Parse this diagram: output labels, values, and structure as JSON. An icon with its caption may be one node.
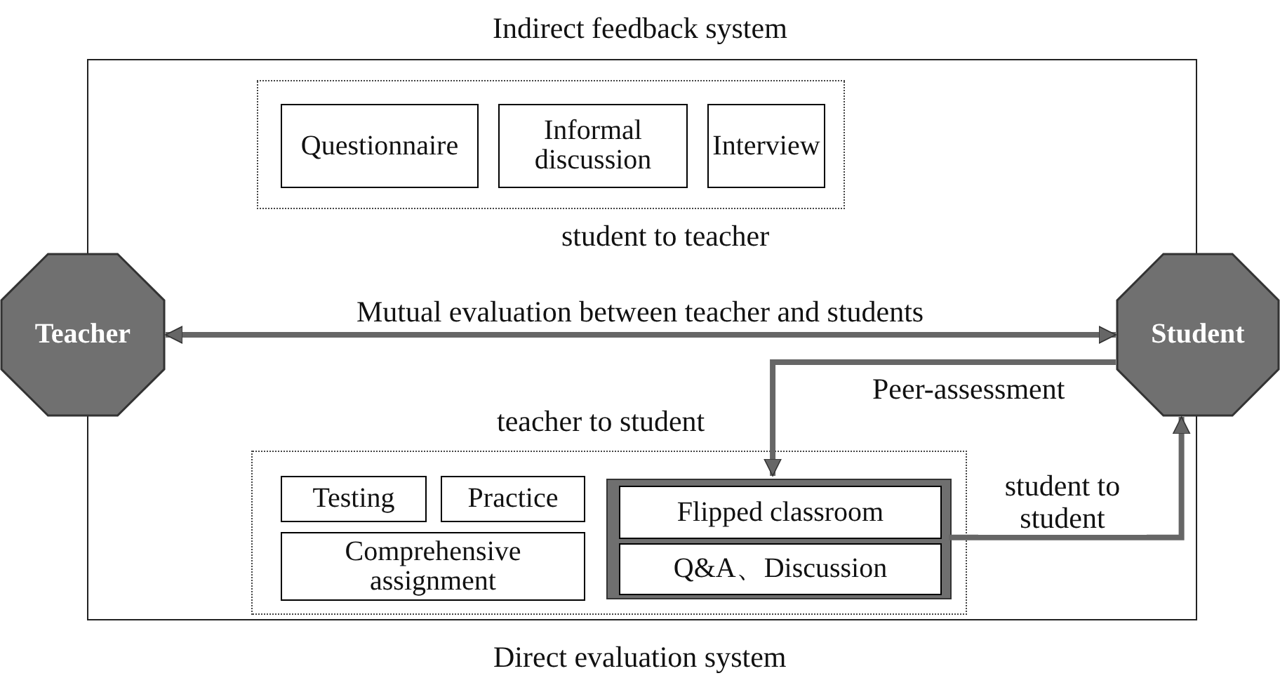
{
  "diagram": {
    "nodes": [
      {
        "text": [
          "Indirect feedback system",
          "Direct evaluation system"
        ]
      },
      {
        "text": [
          "student to teacher"
        ],
        "in": 0
      },
      {
        "text": [
          "Questionnaire"
        ],
        "in": 1
      },
      {
        "text": [
          "Informal discussion"
        ],
        "in": 1
      },
      {
        "text": [
          "Interview"
        ],
        "in": 1
      },
      {
        "text": [
          "Teacher"
        ]
      },
      {
        "text": [
          "Student"
        ]
      },
      {
        "text": [
          "teacher to student"
        ],
        "in": 0
      },
      {
        "text": [
          "Testing"
        ],
        "in": 7
      },
      {
        "text": [
          "Practice"
        ],
        "in": 7
      },
      {
        "text": [
          "Comprehensive assignment"
        ],
        "in": 7
      },
      {
        "text": [],
        "shape": "box",
        "in": 7
      },
      {
        "text": [
          "Flipped classroom"
        ],
        "in": 11
      },
      {
        "text": [
          "Q&A、Discussion"
        ],
        "in": 11
      }
    ],
    "edges": [
      {
        "from": 5,
        "to": 6,
        "arrow": "both",
        "label": "Mutual evaluation between teacher and students"
      },
      {
        "from": 6,
        "to": 11,
        "arrow": "to",
        "label": "Peer-assessment"
      },
      {
        "from": 11,
        "to": 6,
        "arrow": "to",
        "label": "student to student"
      }
    ]
  }
}
